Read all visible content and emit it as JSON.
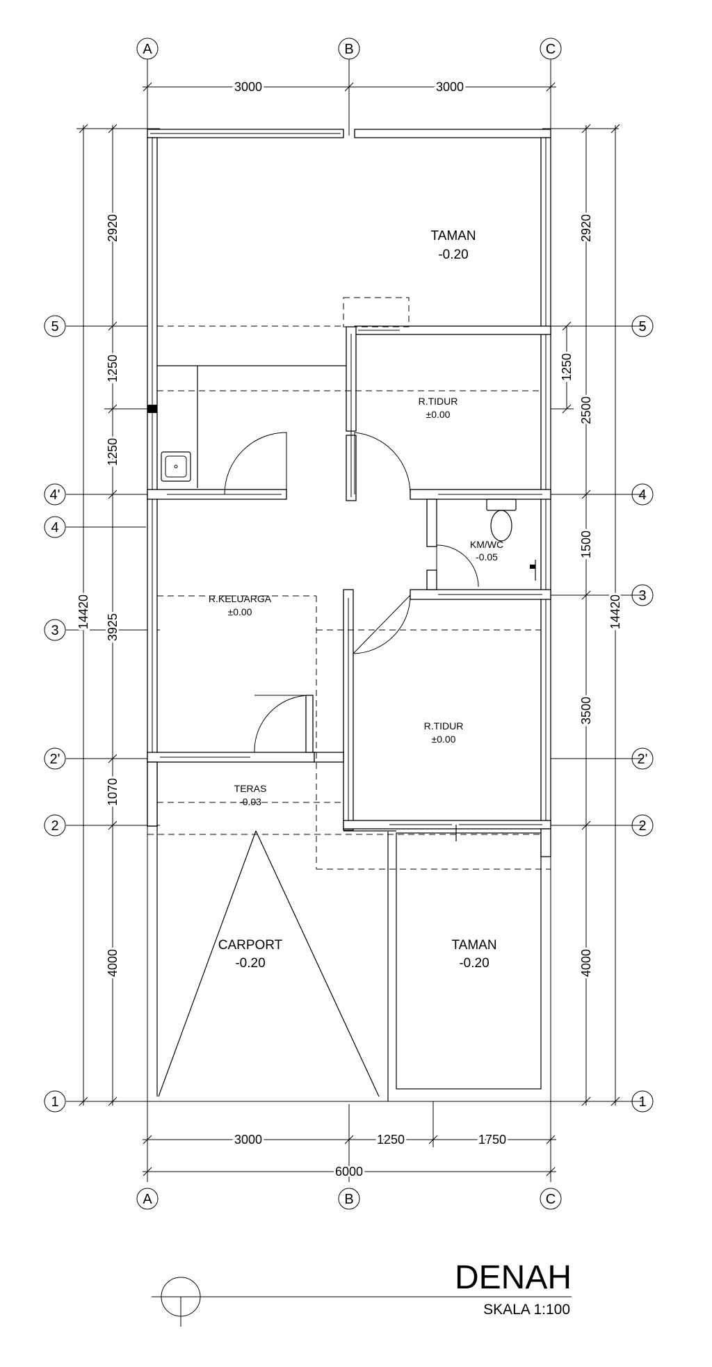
{
  "grid": {
    "axes_top": [
      "A",
      "B",
      "C"
    ],
    "axes_bottom": [
      "A",
      "B",
      "C"
    ],
    "rows_left": [
      "5",
      "4'",
      "4",
      "3",
      "2'",
      "2",
      "1"
    ],
    "rows_right": [
      "5",
      "4",
      "3",
      "2'",
      "2",
      "1"
    ]
  },
  "dimensions": {
    "top": [
      "3000",
      "3000"
    ],
    "bottom": [
      "3000",
      "1250",
      "1750"
    ],
    "bottom_total": "6000",
    "left_outer": "14420",
    "left": [
      "2920",
      "1250",
      "1250",
      "3925",
      "1070",
      "4000"
    ],
    "right": [
      "2920",
      "1250",
      "2500",
      "1500",
      "3500",
      "4000"
    ],
    "right_outer": "14420"
  },
  "rooms": {
    "taman_back": {
      "name": "TAMAN",
      "level": "-0.20"
    },
    "tidur_1": {
      "name": "R.TIDUR",
      "level": "±0.00"
    },
    "kmwc": {
      "name": "KM/WC",
      "level": "-0.05"
    },
    "keluarga": {
      "name": "R.KELUARGA",
      "level": "±0.00"
    },
    "tidur_2": {
      "name": "R.TIDUR",
      "level": "±0.00"
    },
    "teras": {
      "name": "TERAS",
      "level": "-0.03"
    },
    "carport": {
      "name": "CARPORT",
      "level": "-0.20"
    },
    "taman_front": {
      "name": "TAMAN",
      "level": "-0.20"
    }
  },
  "title": {
    "main": "DENAH",
    "scale": "SKALA 1:100"
  }
}
